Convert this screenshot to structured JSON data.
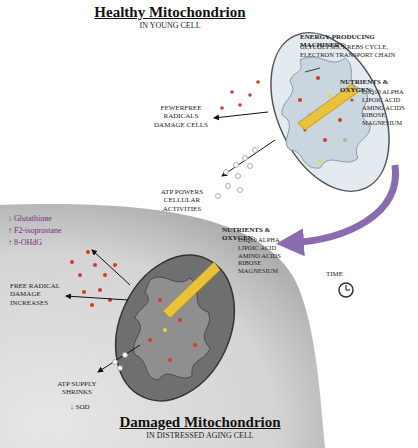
{
  "diagram": {
    "labels": [
      "Healthy Mitochondrion",
      "IN YOUNG CELL",
      "ENERGY-PRODUCING MACHINERY:",
      "GLYCOLYSIS, KREBS CYCLE, ELECTRON TRANSPORT CHAIN",
      "NUTRIENTS & OXYGEN:",
      "CoQ10 ALPHA LIPOIC ACID AMINO ACIDS RIBOSE MAGNESIUM",
      "FEWERFREE RADICALS DAMAGE CELLS",
      "ATP POWERS CELLULAR ACTIVITIES",
      "TIME",
      "↓ Glutathione",
      "↑ F2-isoprostane",
      "↑ 8-OHdG",
      "NUTRIENTS & OXYGEN:",
      "CoQ10 ALPHA LIPOIC ACID AMINO ACIDS RIBOSE MAGNESIUM",
      "FREE RADICAL DAMAGE INCREASES",
      "ATP SUPPLY SHRINKS",
      "↓ SOD",
      "Damaged Mitochondrion",
      "IN DISTRESSED AGING CELL"
    ]
  }
}
